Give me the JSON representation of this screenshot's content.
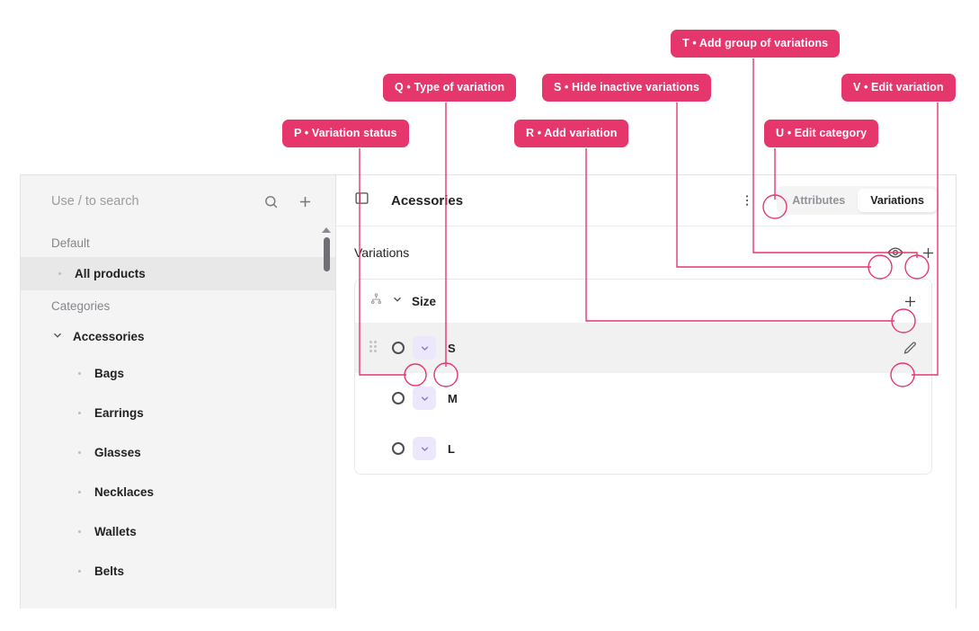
{
  "annotations": [
    {
      "id": "P",
      "label": "P • Variation status"
    },
    {
      "id": "Q",
      "label": "Q • Type of variation"
    },
    {
      "id": "R",
      "label": "R • Add variation"
    },
    {
      "id": "S",
      "label": "S • Hide inactive variations"
    },
    {
      "id": "T",
      "label": "T • Add group of variations"
    },
    {
      "id": "U",
      "label": "U • Edit category"
    },
    {
      "id": "V",
      "label": "V • Edit variation"
    }
  ],
  "accent_color": "#e5376c",
  "sidebar": {
    "search": {
      "placeholder": "Use / to search",
      "search_icon": "search-icon",
      "add_icon": "plus-icon"
    },
    "sections": [
      {
        "label": "Default",
        "items": [
          {
            "label": "All products",
            "active": true
          }
        ]
      },
      {
        "label": "Categories",
        "items": []
      }
    ],
    "category_group": {
      "label": "Accessories",
      "expanded": true
    },
    "categories": [
      {
        "label": "Bags"
      },
      {
        "label": "Earrings"
      },
      {
        "label": "Glasses"
      },
      {
        "label": "Necklaces"
      },
      {
        "label": "Wallets"
      },
      {
        "label": "Belts"
      }
    ]
  },
  "main": {
    "panel_toggle_icon": "sidebar-toggle-icon",
    "title": "Acessories",
    "kebab_icon": "more-vertical-icon",
    "tabs": [
      {
        "label": "Attributes",
        "active": false
      },
      {
        "label": "Variations",
        "active": true
      }
    ],
    "section": {
      "title": "Variations",
      "hide_inactive_icon": "eye-icon",
      "add_group_icon": "plus-icon"
    },
    "variation_group": {
      "icon": "hierarchy-icon",
      "chevron": "chevron-down-icon",
      "name": "Size",
      "add_variation_icon": "plus-icon"
    },
    "variations": [
      {
        "label": "S",
        "status_icon": "status-circle-icon",
        "type_icon": "chevron-down-icon",
        "hovered": true,
        "edit_icon": "pencil-icon"
      },
      {
        "label": "M",
        "status_icon": "status-circle-icon",
        "type_icon": "chevron-down-icon",
        "hovered": false
      },
      {
        "label": "L",
        "status_icon": "status-circle-icon",
        "type_icon": "chevron-down-icon",
        "hovered": false
      }
    ]
  }
}
